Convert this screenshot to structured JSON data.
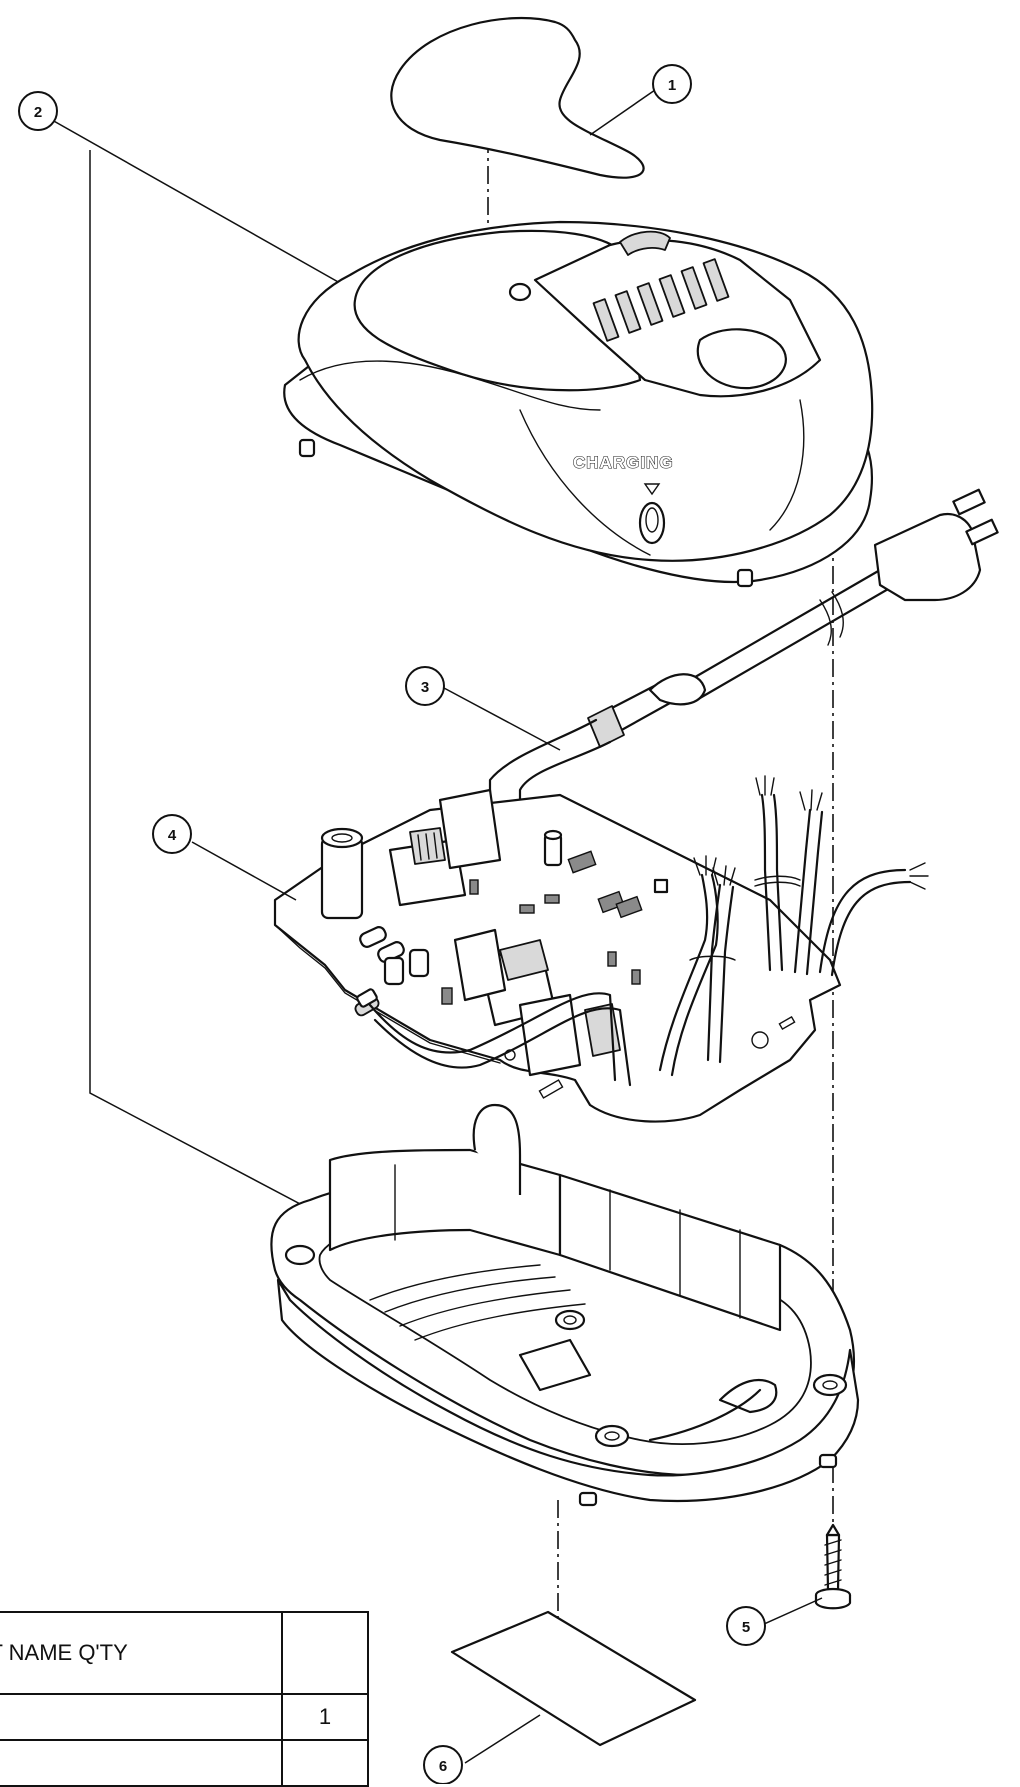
{
  "callouts": [
    {
      "number": "1",
      "target": "top-label"
    },
    {
      "number": "2",
      "target": "housing"
    },
    {
      "number": "3",
      "target": "power-cord"
    },
    {
      "number": "4",
      "target": "circuit-board"
    },
    {
      "number": "5",
      "target": "screw"
    },
    {
      "number": "6",
      "target": "bottom-label"
    }
  ],
  "upper_housing": {
    "indicator_label": "CHARGING"
  },
  "parts_table": {
    "header": "RT NAME Q'TY",
    "rows": [
      {
        "name": "",
        "qty": "1"
      },
      {
        "name": "",
        "qty": ""
      }
    ]
  }
}
